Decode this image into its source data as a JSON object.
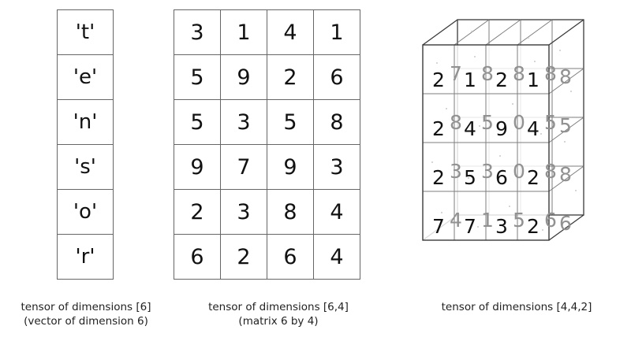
{
  "vector": {
    "label": "tensor of dimensions [6]\n(vector of dimension 6)",
    "values": [
      "'t'",
      "'e'",
      "'n'",
      "'s'",
      "'o'",
      "'r'"
    ]
  },
  "matrix": {
    "label": "tensor of dimensions [6,4]\n(matrix 6 by 4)",
    "rows": [
      [
        "3",
        "1",
        "4",
        "1"
      ],
      [
        "5",
        "9",
        "2",
        "6"
      ],
      [
        "5",
        "3",
        "5",
        "8"
      ],
      [
        "9",
        "7",
        "9",
        "3"
      ],
      [
        "2",
        "3",
        "8",
        "4"
      ],
      [
        "6",
        "2",
        "6",
        "4"
      ]
    ]
  },
  "cube": {
    "label": "tensor of dimensions [4,4,2]",
    "front_rows": [
      [
        "2",
        "1",
        "2",
        "1"
      ],
      [
        "2",
        "4",
        "9",
        "4"
      ],
      [
        "2",
        "5",
        "6",
        "2"
      ],
      [
        "7",
        "7",
        "3",
        "2"
      ]
    ],
    "back_rows": [
      [
        "7",
        "8",
        "8",
        "8"
      ],
      [
        "8",
        "5",
        "0",
        "5"
      ],
      [
        "3",
        "3",
        "0",
        "8"
      ],
      [
        "4",
        "1",
        "5",
        "6"
      ]
    ],
    "side_column": [
      "8",
      "5",
      "8",
      "6"
    ]
  },
  "colors": {
    "front_digit": "#111111",
    "back_digit": "#919191",
    "grid_line": "#666666",
    "cube_edge": "#3a3a3a",
    "background": "#ffffff"
  }
}
